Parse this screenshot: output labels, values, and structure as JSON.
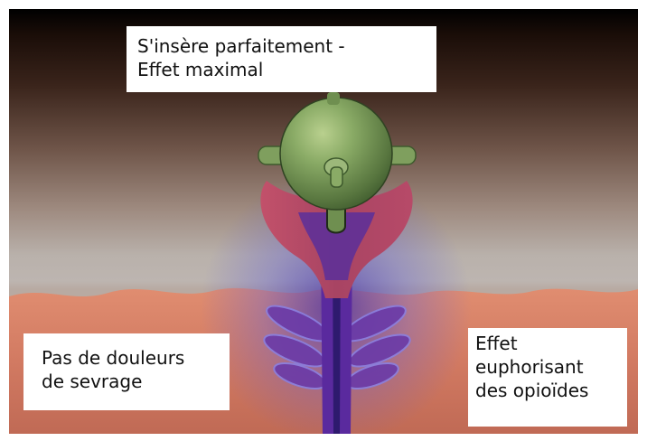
{
  "labels": {
    "top": "S'insère parfaitement -\nEffet maximal",
    "left": "Pas de douleurs\nde sevrage",
    "right": "Effet\neuphorisant\ndes opioïdes"
  },
  "colors": {
    "background_top": "#000000",
    "background_mid": "#9e8a7f",
    "background_light": "#bdb5b0",
    "tissue": "#d27a62",
    "tissue_dark": "#b7604e",
    "receptor": "#b3506a",
    "channel": "#5a2a9e",
    "glow": "#5d5ad6",
    "molecule": "#7f9f5e",
    "molecule_dark": "#4f6b38"
  },
  "icons": {
    "receptor": "receptor-illustration",
    "molecule": "opioid-molecule-icon"
  }
}
